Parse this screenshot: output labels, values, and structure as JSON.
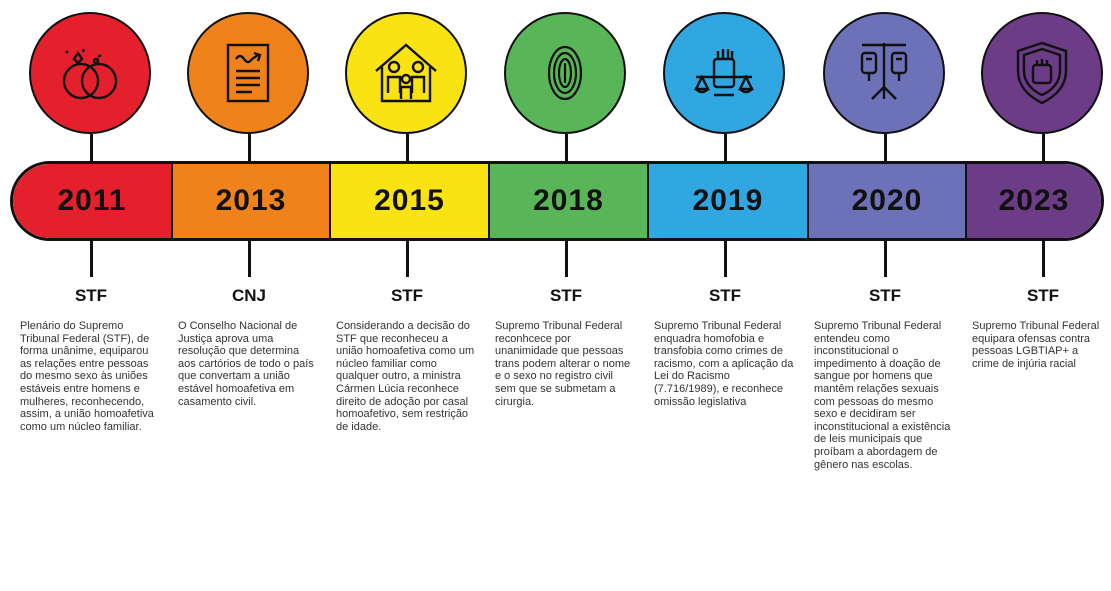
{
  "events": [
    {
      "year": "2011",
      "color": "#e5202d",
      "institution": "STF",
      "icon": "rings-icon",
      "text": "Plenário do Supremo Tribunal Federal (STF), de forma unânime, equiparou as relações entre pessoas do mesmo sexo às uniões estáveis entre homens e mulheres, reconhecendo, assim, a união homoafetiva como um núcleo familiar."
    },
    {
      "year": "2013",
      "color": "#f0821c",
      "institution": "CNJ",
      "icon": "certificate-icon",
      "text": "O Conselho Nacional de Justiça aprova uma resolução que determina aos cartórios de todo o país que convertam a união estável homoafetiva em casamento civil."
    },
    {
      "year": "2015",
      "color": "#f9e313",
      "institution": "STF",
      "icon": "family-house-icon",
      "text": "Considerando a decisão do STF que reconheceu a união homoafetiva como um núcleo familiar como qualquer outro, a ministra Cármen Lúcia reconhece direito de adoção por casal homoafetivo, sem restrição de idade."
    },
    {
      "year": "2018",
      "color": "#59b658",
      "institution": "STF",
      "icon": "fingerprint-icon",
      "text": "Supremo Tribunal Federal reconhcece por unanimidade que pessoas trans podem alterar o nome e o sexo no registro civil sem que se submetam a cirurgia."
    },
    {
      "year": "2019",
      "color": "#30a7e0",
      "institution": "STF",
      "icon": "justice-scale-fist-icon",
      "text": "Supremo Tribunal Federal enquadra homofobia e transfobia como crimes de racismo, com a aplicação da Lei do Racismo (7.716/1989), e reconhece omissão legislativa"
    },
    {
      "year": "2020",
      "color": "#6d71b7",
      "institution": "STF",
      "icon": "blood-bags-icon",
      "text": "Supremo Tribunal Federal entendeu como inconstitucional o impedimento à doação de sangue por homens que mantêm relações sexuais com pessoas do mesmo sexo e decidiram ser inconstitucional a existência de leis municipais que proíbam a abordagem de gênero nas escolas."
    },
    {
      "year": "2023",
      "color": "#6c3c86",
      "institution": "STF",
      "icon": "shield-fist-icon",
      "text": "Supremo Tribunal Federal equipara ofensas contra pessoas LGBTIAP+ a crime de injúria racial"
    }
  ]
}
